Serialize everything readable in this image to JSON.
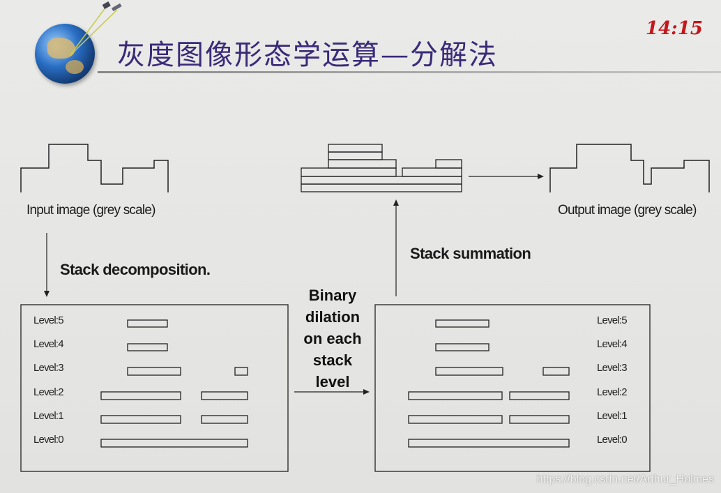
{
  "header": {
    "title": "灰度图像形态学运算—分解法",
    "time": "14:15"
  },
  "labels": {
    "input": "Input image (grey scale)",
    "output": "Output image (grey scale)",
    "decomposition": "Stack decomposition.",
    "summation": "Stack summation",
    "binary_lines": [
      "Binary",
      "dilation",
      "on each",
      "stack",
      "level"
    ]
  },
  "levels": [
    "Level:5",
    "Level:4",
    "Level:3",
    "Level:2",
    "Level:1",
    "Level:0"
  ],
  "watermark": "https://blog.csdn.net/Arthur_Holmes"
}
